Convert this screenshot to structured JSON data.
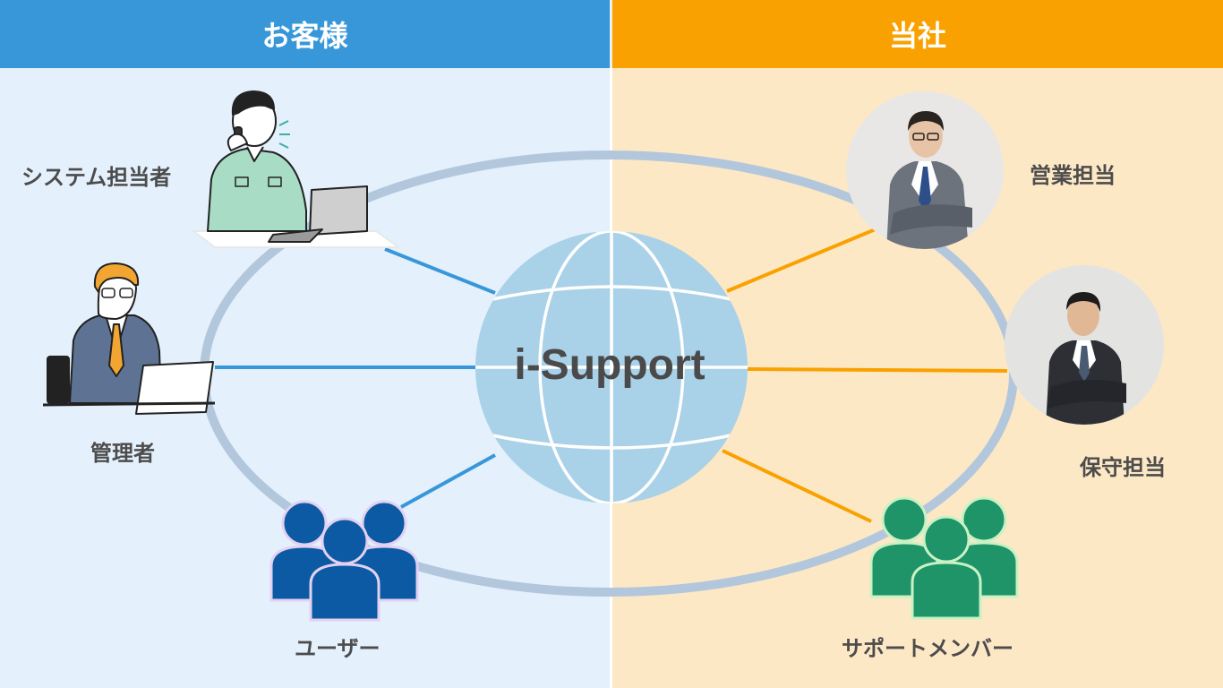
{
  "headers": {
    "customer": "お客様",
    "company": "当社"
  },
  "center": {
    "label": "i-Support"
  },
  "customer_nodes": {
    "system_admin": "システム担当者",
    "manager": "管理者",
    "users": "ユーザー"
  },
  "company_nodes": {
    "sales": "営業担当",
    "maintenance": "保守担当",
    "support_members": "サポートメンバー"
  },
  "colors": {
    "customer": "#3797d9",
    "company": "#f9a100",
    "customer_bg": "#e4f0fc",
    "company_bg": "#fde8c6",
    "ring": "#b3c7dc",
    "globe": "#a9d1e8",
    "users_icon": "#0c5aa4",
    "support_icon": "#1e9468"
  },
  "icons": [
    "man-on-phone-laptop-icon",
    "businessman-laptop-icon",
    "user-group-icon",
    "sales-person-photo",
    "maintenance-person-photo",
    "support-group-icon"
  ]
}
